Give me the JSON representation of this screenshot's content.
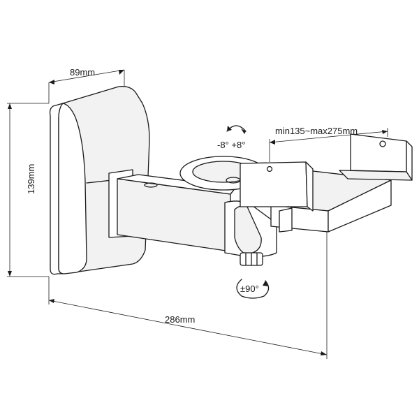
{
  "dimensions": {
    "depth": "89mm",
    "height": "139mm",
    "length": "286mm",
    "width_range": "min135~max275mm"
  },
  "rotation": {
    "tilt": "-8° +8°",
    "swivel": "±90°"
  }
}
